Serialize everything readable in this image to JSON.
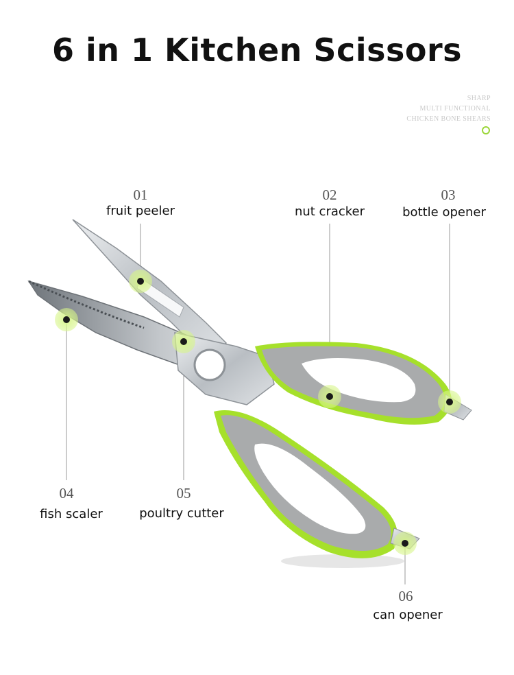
{
  "title": "6 in 1 Kitchen Scissors",
  "tagline": [
    "SHARP",
    "MULTI FUNCTIONAL",
    "CHICKEN BONE SHEARS"
  ],
  "colors": {
    "accent_green": "#a6e02b",
    "handle_grey": "#a9abac",
    "blade_steel": "#c8ccd0"
  },
  "features": [
    {
      "number": "01",
      "label": "fruit peeler"
    },
    {
      "number": "02",
      "label": "nut cracker"
    },
    {
      "number": "03",
      "label": "bottle opener"
    },
    {
      "number": "04",
      "label": "fish scaler"
    },
    {
      "number": "05",
      "label": "poultry cutter"
    },
    {
      "number": "06",
      "label": "can opener"
    }
  ]
}
